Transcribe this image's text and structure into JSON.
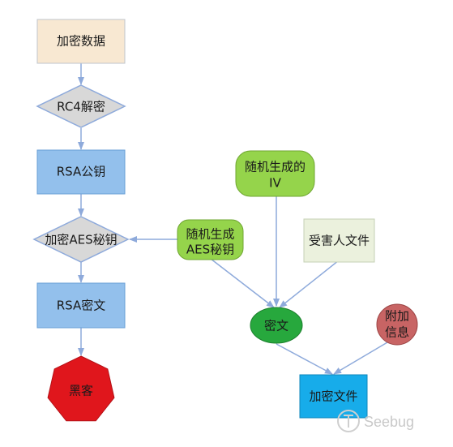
{
  "nodes": {
    "encrypted_data": "加密数据",
    "rc4_decrypt": "RC4解密",
    "rsa_public_key": "RSA公钥",
    "encrypt_aes_key": "加密AES秘钥",
    "rsa_ciphertext": "RSA密文",
    "hacker": "黑客",
    "random_aes_key": {
      "line1": "随机生成",
      "line2": "AES秘钥"
    },
    "random_iv": {
      "line1": "随机生成的",
      "line2": "IV"
    },
    "victim_file": "受害人文件",
    "ciphertext": "密文",
    "extra_info": {
      "line1": "附加",
      "line2": "信息"
    },
    "encrypted_file": "加密文件"
  },
  "watermark": {
    "text": "Seebug"
  },
  "colors": {
    "beige_fill": "#f8e8d2",
    "blue_fill": "#93c0ec",
    "gray_fill": "#d8d8d8",
    "red_fill": "#e0161c",
    "lime_fill": "#95d44b",
    "green_fill": "#27a83d",
    "rose_fill": "#c86464",
    "cyan_fill": "#17acea",
    "pale_green_fill": "#ebf1dd",
    "arrow": "#8eaadb"
  }
}
